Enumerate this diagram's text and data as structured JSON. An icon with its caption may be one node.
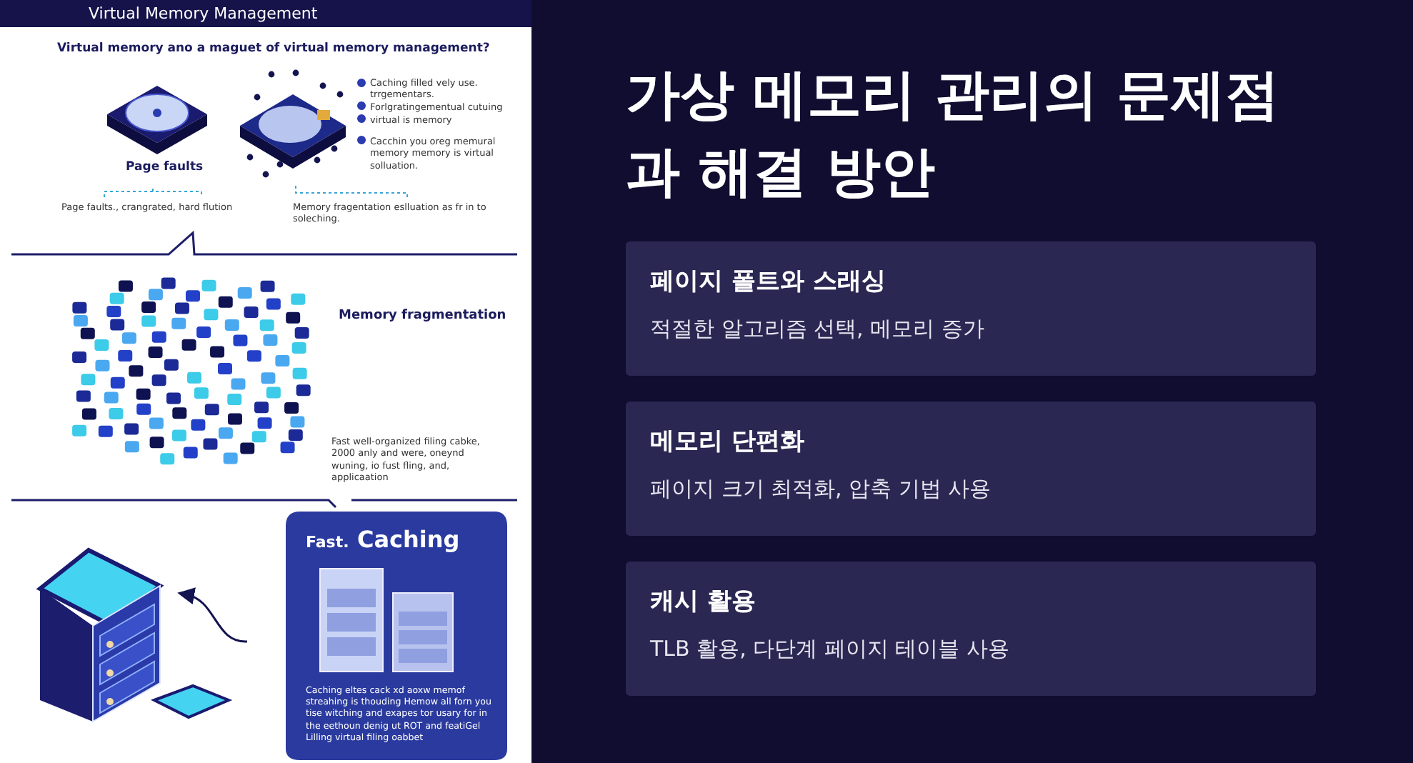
{
  "diagram": {
    "title": "가상 메모리 관리의 문제점과 해결 방안",
    "nodes": [
      {
        "text": [
          "페이지 폴트와 스래싱",
          "적절한 알고리즘 선택, 메모리 증가"
        ]
      },
      {
        "text": [
          "메모리 단편화",
          "페이지 크기 최적화, 압축 기법 사용"
        ]
      },
      {
        "text": [
          "캐시 활용",
          "TLB 활용, 다단계 페이지 테이블 사용"
        ]
      }
    ],
    "edges": [],
    "labels": [
      "Virtual Memory Management",
      "Virtual memory ano a maguet of virtual memory management?",
      "Caching filled vely use. trrgementars.",
      "Forlgratingementual cutuing",
      "virtual is memory",
      "Cacchin you oreg memural memory memory is virtual solluation.",
      "Page faults",
      "Page faults., crangrated, hard flution",
      "Memory fragentation eslluation as fr in to soleching.",
      "Memory fragmentation",
      "Fast well-organized filing cabke, 2000 anly and were, oneynd wuning, io fust fling, and, applicaation",
      "Fast.",
      "Caching",
      "Caching eltes cack xd aoxw memof streahing is thouding Hemow all forn you tise witching and exapes tor usary for in the eethoun denig ut ROT and featiGel Lilling virtual filing oabbet"
    ]
  }
}
